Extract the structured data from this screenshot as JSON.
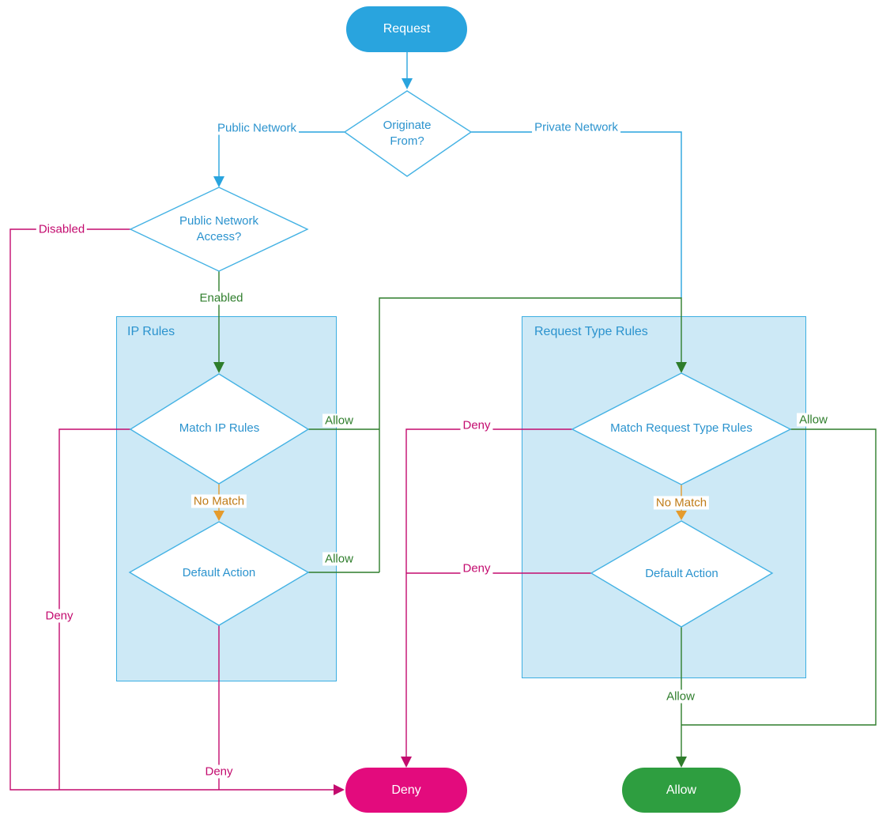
{
  "colors": {
    "node_blue": "#29a4de",
    "shape_stroke_blue": "#44b2e4",
    "group_fill": "#cde9f6",
    "group_stroke": "#3caee2",
    "text_blue": "#2b93ce",
    "line_green": "#2e7d2b",
    "terminal_green": "#2e9e40",
    "line_pink": "#c30a6e",
    "terminal_pink": "#e30b7d",
    "line_orange": "#e59b2c",
    "text_orange": "#bf7b16"
  },
  "nodes": {
    "request": "Request",
    "originate_from": "Originate From?",
    "public_network_access": "Public Network Access?",
    "ip_rules_group": "IP Rules",
    "match_ip_rules": "Match IP Rules",
    "ip_default_action": "Default Action",
    "request_type_rules_group": "Request Type Rules",
    "match_request_type_rules": "Match Request Type Rules",
    "request_type_default_action": "Default Action",
    "deny_terminal": "Deny",
    "allow_terminal": "Allow"
  },
  "edge_labels": {
    "public_network": "Public Network",
    "private_network": "Private Network",
    "disabled": "Disabled",
    "enabled": "Enabled",
    "ip_match_allow": "Allow",
    "ip_no_match": "No Match",
    "ip_default_allow": "Allow",
    "ip_match_deny": "Deny",
    "ip_default_deny": "Deny",
    "rtr_match_allow": "Allow",
    "rtr_no_match": "No Match",
    "rtr_match_deny": "Deny",
    "rtr_default_deny": "Deny",
    "rtr_default_allow": "Allow"
  }
}
